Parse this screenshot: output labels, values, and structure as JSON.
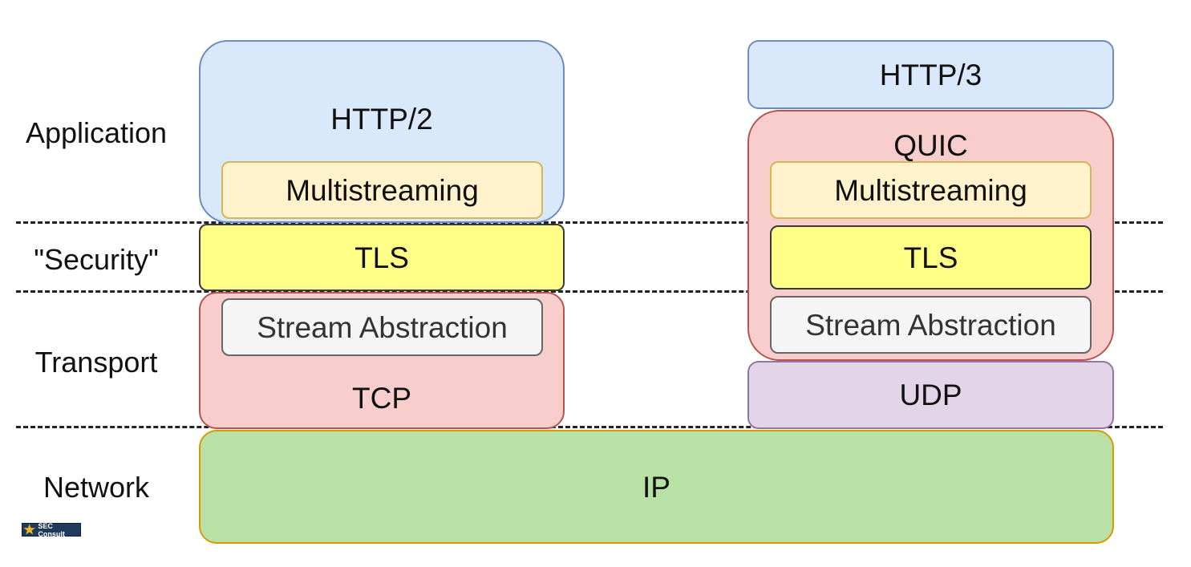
{
  "layers": {
    "application": "Application",
    "security": "\"Security\"",
    "transport": "Transport",
    "network": "Network"
  },
  "left_stack": {
    "http2": "HTTP/2",
    "multistreaming": "Multistreaming",
    "tls": "TLS",
    "stream_abstraction": "Stream Abstraction",
    "tcp": "TCP"
  },
  "right_stack": {
    "http3": "HTTP/3",
    "quic": "QUIC",
    "multistreaming": "Multistreaming",
    "tls": "TLS",
    "stream_abstraction": "Stream Abstraction",
    "udp": "UDP"
  },
  "shared": {
    "ip": "IP"
  },
  "logo": {
    "text": "SEC Consult"
  },
  "colors": {
    "http": "#dae8fc",
    "multistreaming": "#fff2cc",
    "tls": "#ffff88",
    "stream_abstraction": "#f5f5f5",
    "tcp_quic": "#f8cecc",
    "udp": "#e1d5e7",
    "ip": "#b9e0a5"
  }
}
